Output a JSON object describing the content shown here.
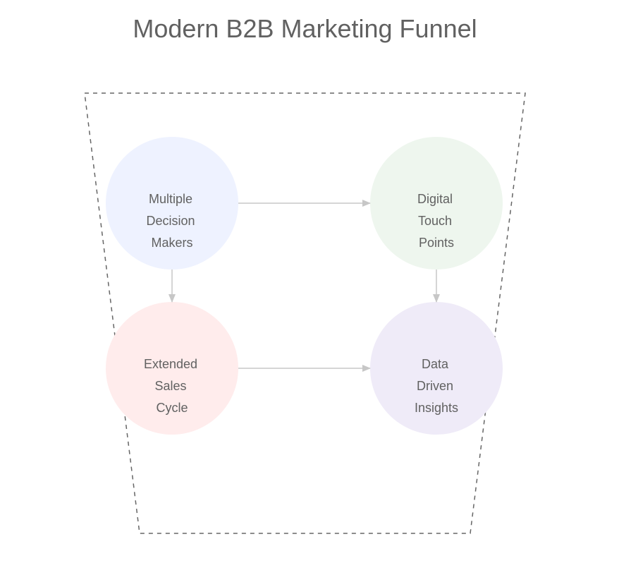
{
  "title": "Modern B2B Marketing Funnel",
  "colors": {
    "title_text": "#616161",
    "node_text": "#616161",
    "funnel_border": "#666666",
    "arrow": "#c7c7c7"
  },
  "nodes": [
    {
      "id": "multiple-decision-makers",
      "lines": [
        "Multiple",
        "Decision",
        "Makers"
      ],
      "fill": "#eef2ff"
    },
    {
      "id": "digital-touch-points",
      "lines": [
        "Digital",
        "Touch",
        "Points"
      ],
      "fill": "#eef6ee"
    },
    {
      "id": "extended-sales-cycle",
      "lines": [
        "Extended",
        "Sales",
        "Cycle"
      ],
      "fill": "#ffecec"
    },
    {
      "id": "data-driven-insights",
      "lines": [
        "Data",
        "Driven",
        "Insights"
      ],
      "fill": "#efebf8"
    }
  ],
  "edges": [
    {
      "from": "multiple-decision-makers",
      "to": "digital-touch-points"
    },
    {
      "from": "multiple-decision-makers",
      "to": "extended-sales-cycle"
    },
    {
      "from": "digital-touch-points",
      "to": "data-driven-insights"
    },
    {
      "from": "extended-sales-cycle",
      "to": "data-driven-insights"
    }
  ]
}
